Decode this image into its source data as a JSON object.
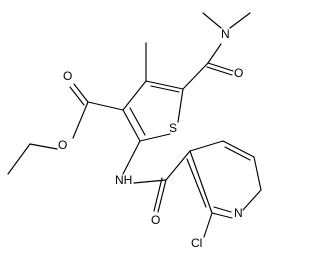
{
  "structure": {
    "atoms": {
      "n_amide": "N",
      "o_carbonyl_top": "O",
      "o_ester_carbonyl": "O",
      "o_ester": "O",
      "s_ring": "S",
      "nh": "NH",
      "o_carbonyl_bottom": "O",
      "n_pyridine": "N",
      "cl": "Cl"
    }
  }
}
